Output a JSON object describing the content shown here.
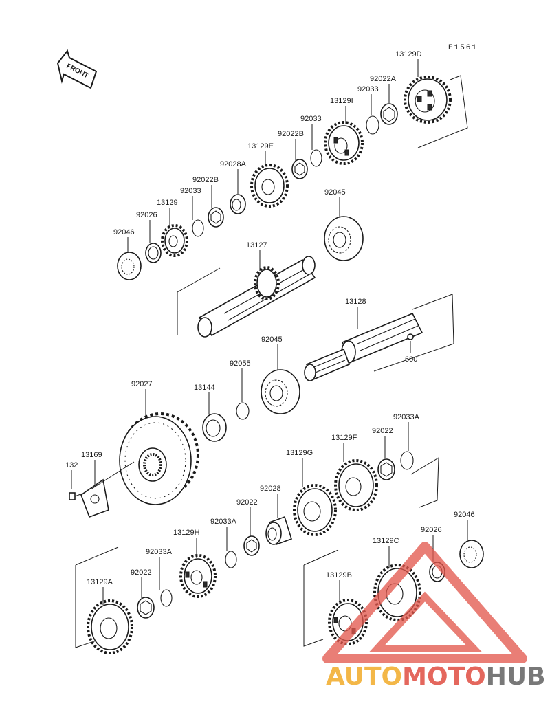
{
  "diagram": {
    "reference_code": "E1561",
    "front_label": "FRONT",
    "parts": [
      {
        "id": "13129D"
      },
      {
        "id": "92022A"
      },
      {
        "id": "92033",
        "pos": "a"
      },
      {
        "id": "13129I"
      },
      {
        "id": "92033",
        "pos": "b"
      },
      {
        "id": "92022B",
        "pos": "a"
      },
      {
        "id": "13129E"
      },
      {
        "id": "92028A"
      },
      {
        "id": "92022B",
        "pos": "b"
      },
      {
        "id": "92033",
        "pos": "c"
      },
      {
        "id": "13129"
      },
      {
        "id": "92026",
        "pos": "a"
      },
      {
        "id": "92046",
        "pos": "a"
      },
      {
        "id": "92045",
        "pos": "a"
      },
      {
        "id": "13127"
      },
      {
        "id": "13128"
      },
      {
        "id": "600"
      },
      {
        "id": "92045",
        "pos": "b"
      },
      {
        "id": "92055"
      },
      {
        "id": "13144"
      },
      {
        "id": "92027"
      },
      {
        "id": "13169"
      },
      {
        "id": "132"
      },
      {
        "id": "92033A",
        "pos": "a"
      },
      {
        "id": "92022",
        "pos": "a"
      },
      {
        "id": "13129F"
      },
      {
        "id": "13129G"
      },
      {
        "id": "92028"
      },
      {
        "id": "92022",
        "pos": "b"
      },
      {
        "id": "92033A",
        "pos": "b"
      },
      {
        "id": "13129H"
      },
      {
        "id": "92033A",
        "pos": "c"
      },
      {
        "id": "92022",
        "pos": "c"
      },
      {
        "id": "13129A"
      },
      {
        "id": "92046",
        "pos": "b"
      },
      {
        "id": "92026",
        "pos": "b"
      },
      {
        "id": "13129C"
      },
      {
        "id": "13129B"
      }
    ]
  },
  "watermark": {
    "part1": "AUTO",
    "part2": "MOTO",
    "part3": "HUB",
    "colors": {
      "auto": "#f2b035",
      "moto": "#e2574c",
      "hub": "#6a6a6a",
      "triangle": "#e2574c"
    }
  }
}
